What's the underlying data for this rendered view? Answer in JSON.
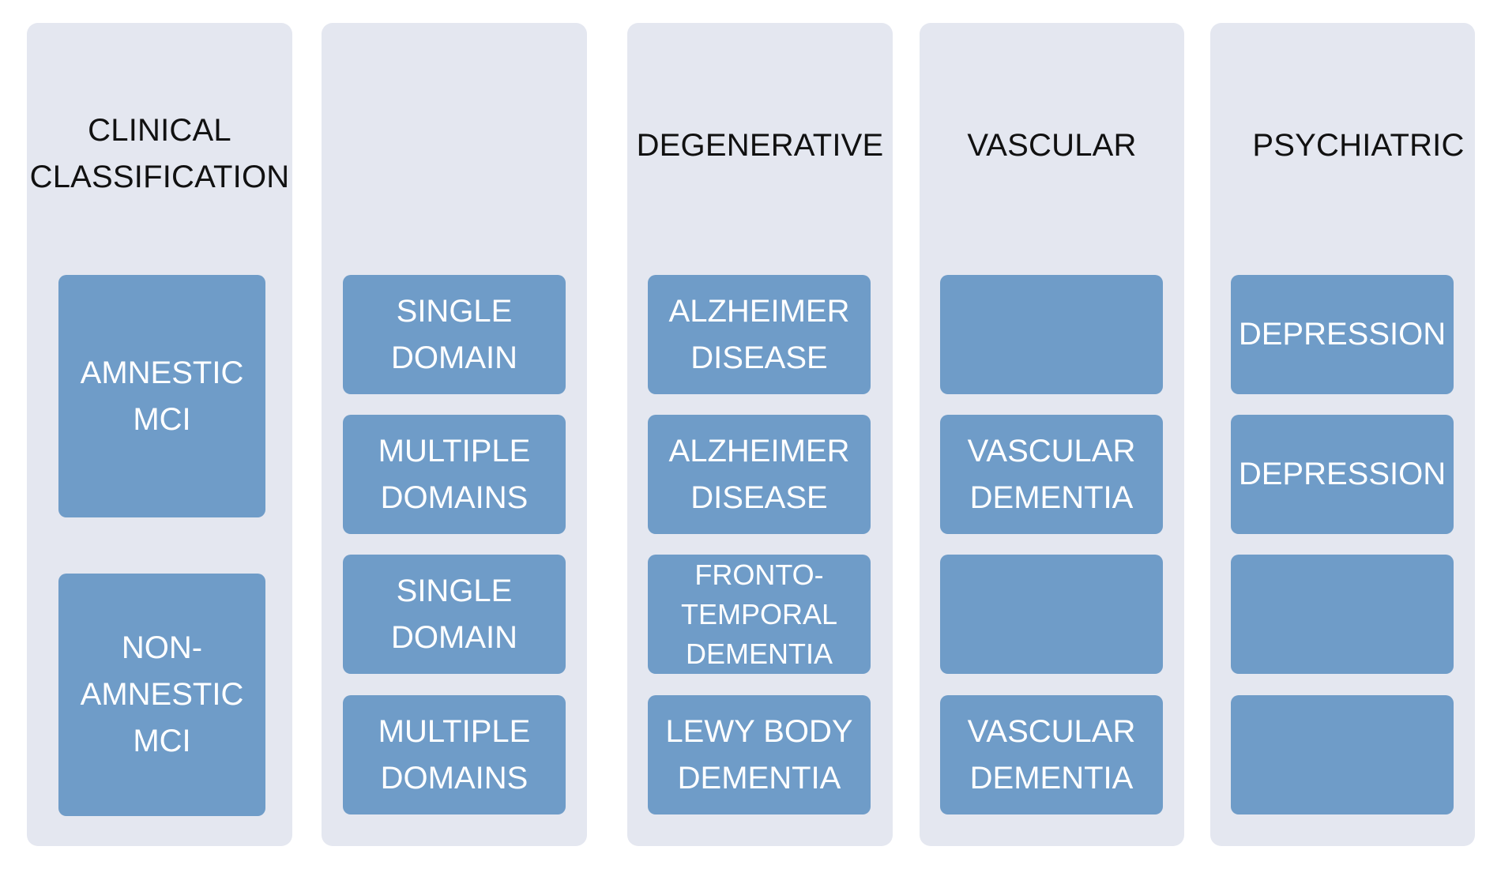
{
  "columns": [
    {
      "title": "CLINICAL\nCLASSIFICATION",
      "boxes": [
        "AMNESTIC\nMCI",
        "NON-\nAMNESTIC\nMCI"
      ]
    },
    {
      "title": "",
      "boxes": [
        "SINGLE\nDOMAIN",
        "MULTIPLE\nDOMAINS",
        "SINGLE\nDOMAIN",
        "MULTIPLE\nDOMAINS"
      ]
    },
    {
      "title": "DEGENERATIVE",
      "boxes": [
        "ALZHEIMER\nDISEASE",
        "ALZHEIMER\nDISEASE",
        "FRONTO-\nTEMPORAL\nDEMENTIA",
        "LEWY BODY\nDEMENTIA"
      ]
    },
    {
      "title": "VASCULAR",
      "boxes": [
        "",
        "VASCULAR\nDEMENTIA",
        "",
        "VASCULAR\nDEMENTIA"
      ]
    },
    {
      "title": "PSYCHIATRIC",
      "boxes": [
        "DEPRESSION",
        "DEPRESSION",
        "",
        ""
      ]
    }
  ],
  "colors": {
    "column_background": "#e4e7f0",
    "box_fill": "#6f9cc8",
    "box_text": "#ffffff",
    "title_text": "#111111"
  }
}
